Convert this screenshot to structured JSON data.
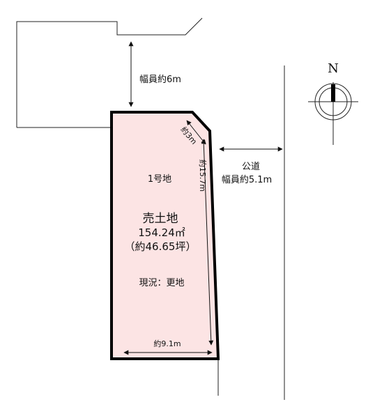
{
  "lot": {
    "lot_number": "1号地",
    "sale_label": "売土地",
    "area_sqm": "154.24㎡",
    "area_tsubo": "（約46.65坪）",
    "status": "現況：更地",
    "fill_color": "#fce4e4",
    "border_color": "#000000"
  },
  "dimensions": {
    "corner_cut": "約3m",
    "east_side": "約15.7m",
    "south_side": "約9.1m"
  },
  "roads": {
    "north_road_width": "幅員約6m",
    "east_road_type": "公道",
    "east_road_width": "幅員約5.1m"
  },
  "compass": {
    "north_label": "N"
  }
}
